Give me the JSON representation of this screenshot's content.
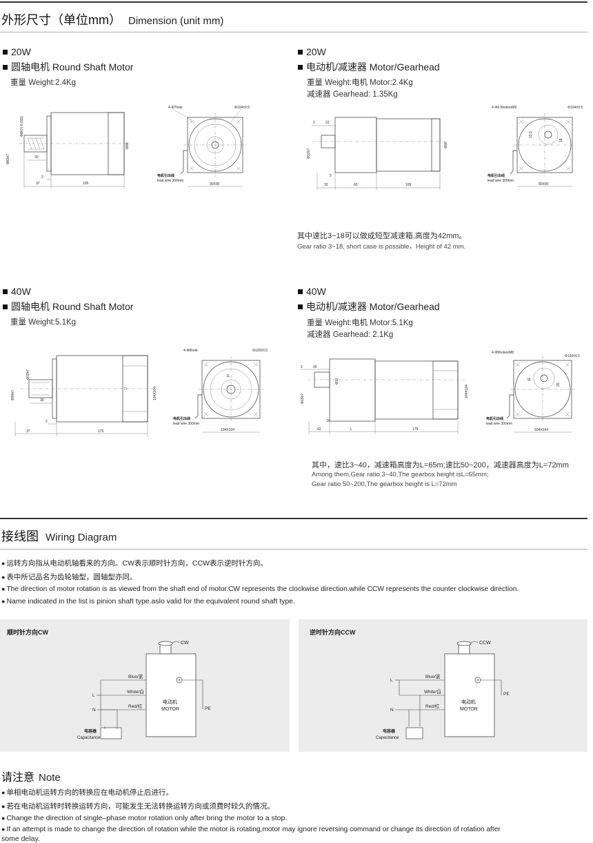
{
  "dimension_section": {
    "title_cn": "外形尺寸（单位mm）",
    "title_en": "Dimension (unit mm)"
  },
  "motor_20w_round": {
    "power": "20W",
    "name": "圆轴电机 Round Shaft Motor",
    "weight": "重量 Weight:2.4Kg",
    "dims": {
      "shaft_dia": "Φ8h7(-0.015)",
      "flange_dia": "Φ83h7",
      "key_len": "30",
      "gap": "2",
      "shaft_len": "37",
      "body_len": "105",
      "body_dia": "Φ90",
      "holes": "4-Φ7hole",
      "pcd": "Φ104±0.5",
      "square": "90X90",
      "lead_label": "电机引出线",
      "lead": "lead wire 300mm"
    }
  },
  "motor_20w_gear": {
    "power": "20W",
    "name": "电动机/减速器 Motor/Gearhead",
    "weight1": "重量 Weight:电机 Motor:2.4Kg",
    "weight2": "减速器 Gearhead: 1.35Kg",
    "dims": {
      "gap": "2",
      "shaft_len": "22",
      "shaft_dia": "Φ10h7",
      "key": "5",
      "a": "32",
      "b": "60",
      "c": "105",
      "body_dia": "Φ90",
      "holes": "4-Φ6.5holeorM6",
      "pcd": "Φ104±0.5",
      "h1": "13.5",
      "h2": "18",
      "square": "90X90",
      "lead_label": "电机引出线",
      "lead": "lead wire 300mm"
    },
    "note_cn": "其中速比3~18可以做成短型减速箱,高度为42mm。",
    "note_en": "Gear ratio 3~18, short case is possible，Height of 42 mm."
  },
  "motor_40w_round": {
    "power": "40W",
    "name": "圆轴电机 Round Shaft Motor",
    "weight": "重量 Weight:5.1Kg",
    "dims": {
      "shaft_dia": "Φ10h7",
      "flange_dia": "Φ94h7",
      "key_len": "30",
      "gap": "2",
      "shaft_len": "37",
      "body_len": "175",
      "body_side": "104X104",
      "holes": "4-Φ9hole",
      "pcd": "Φ120±0.5",
      "h1": "11",
      "square": "104X104",
      "lead_label": "电机引出线",
      "lead": "lead wire 300mm"
    }
  },
  "motor_40w_gear": {
    "power": "40W",
    "name": "电动机/减速器 Motor/Gearhead",
    "weight1": "重量 Weight:电机 Motor:5.1Kg",
    "weight2": "减速器 Gearhead: 2.1Kg",
    "dims": {
      "gap": "2",
      "shaft_len": "25",
      "shaft_dia": "Φ12",
      "flange_dia": "Φ15h7",
      "key": "10",
      "a": "42",
      "b": "L",
      "c": "175",
      "body_side": "104X104",
      "holes": "4-Φ9holeorM8",
      "pcd": "Φ120±0.5",
      "h1": "11",
      "h2": "20",
      "square": "104X104",
      "lead_label": "电机引出线",
      "lead": "lead wire 300mm"
    },
    "note_cn": "其中，速比3~40，减速箱高度为L=65m;速比50~200，减速器高度为L=72mm",
    "note_en1": "Among them,Gear ratio 3~40,The gearbox height isL=65mm;",
    "note_en2": "Gear ratio 50~200,The gearbox height is L=72mm"
  },
  "wiring_section": {
    "title_cn": "接线图",
    "title_en": "Wiring Diagram",
    "bullets": [
      "运转方向指从电动机轴看来的方向。CW表示顺时针方向，CCW表示逆时针方向。",
      "表中所记品名为齿轮轴型，圆轴型亦同。",
      "The direction of motor rotation is as viewed from the shaft end of motor.CW represents the clockwise direction.while CCW represents the counter clockwise direction.",
      "Name indicated in the list is pinion shaft type.aslo valid for the equivalent round shaft type."
    ]
  },
  "wiring_cw": {
    "title": "顺时针方向CW",
    "dir": "CW",
    "blue": "Blue/蓝",
    "white": "White/白",
    "red": "Red/红",
    "L": "L",
    "N": "N",
    "PE": "PE",
    "motor_cn": "电动机",
    "motor_en": "MOTOR",
    "cap_cn": "电容器",
    "cap_en": "Capacitance"
  },
  "wiring_ccw": {
    "title": "逆时针方向CCW",
    "dir": "CCW",
    "blue": "Blue/蓝",
    "white": "White/白",
    "red": "Red/红",
    "L": "L",
    "N": "N",
    "PE": "PE",
    "motor_cn": "电动机",
    "motor_en": "MOTOR",
    "cap_cn": "电容器",
    "cap_en": "Capacitance"
  },
  "note_section": {
    "title_cn": "请注意",
    "title_en": "Note",
    "bullets": [
      "单相电动机运转方向的转换应在电动机停止后进行。",
      "若在电动机运转时转换运转方向，可能发生无法转换运转方向或须费时较久的情况。",
      "Change the direction of single–phase motor rotation only after bring the motor to a stop.",
      "If an attempt is made to change the direction of rotation while the motor is rotating,motor may ignore reversing command or change its direction of rotation after",
      "some delay."
    ]
  },
  "colors": {
    "rule": "#333333",
    "panel": "#ececec",
    "text": "#222222"
  }
}
